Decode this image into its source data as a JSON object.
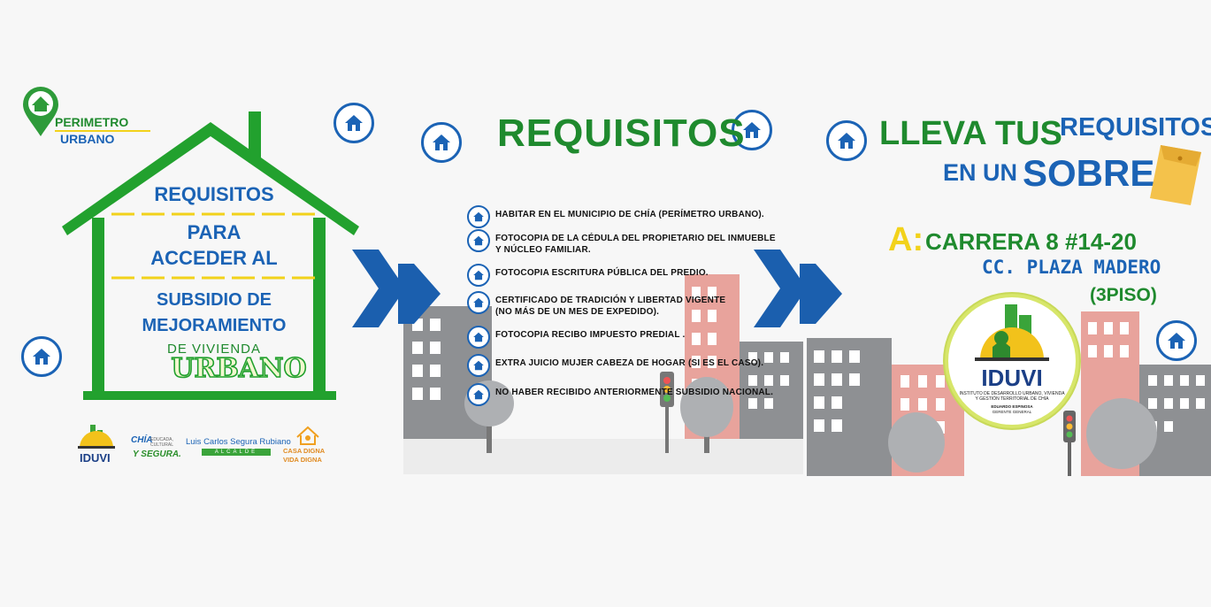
{
  "perimetro": {
    "line1": "PERIMETRO",
    "line2": "URBANO"
  },
  "house": {
    "line1": "REQUISITOS",
    "line2": "PARA",
    "line3": "ACCEDER AL",
    "line4": "SUBSIDIO DE",
    "line5": "MEJORAMIENTO",
    "line6": "DE VIVIENDA",
    "line7": "URBANO"
  },
  "logos": {
    "iduvi": "IDUVI",
    "chia": "CHÍA",
    "chia_sub": "EDUCADA, CULTURAL",
    "chia_sub2": "Y SEGURA.",
    "mayor": "Luis Carlos Segura Rubiano",
    "mayor_role": "ALCALDE",
    "casa1": "CASA DIGNA",
    "casa2": "VIDA DIGNA"
  },
  "requisitos": {
    "title": "REQUISITOS",
    "items": [
      {
        "l1": "HABITAR EN EL MUNICIPIO DE CHÍA (PERÍMETRO URBANO).",
        "l2": ""
      },
      {
        "l1": "FOTOCOPIA DE LA CÉDULA DEL PROPIETARIO DEL INMUEBLE",
        "l2": "Y NÚCLEO FAMILIAR."
      },
      {
        "l1": "FOTOCOPIA ESCRITURA PÚBLICA DEL PREDIO.",
        "l2": ""
      },
      {
        "l1": "CERTIFICADO DE TRADICIÓN Y LIBERTAD VIGENTE",
        "l2": "(NO MÁS DE UN MES DE EXPEDIDO)."
      },
      {
        "l1": "FOTOCOPIA RECIBO IMPUESTO PREDIAL .",
        "l2": ""
      },
      {
        "l1": "EXTRA JUICIO MUJER CABEZA DE HOGAR (SI ES EL CASO).",
        "l2": ""
      },
      {
        "l1": "NO HABER RECIBIDO ANTERIORMENTE SUBSIDIO NACIONAL.",
        "l2": ""
      }
    ]
  },
  "sobre": {
    "lleva": "LLEVA TUS",
    "requisitos": "REQUISITOS",
    "en_un": "EN UN",
    "sobre": "SOBRE",
    "a": "A:",
    "address": "CARRERA 8 #14-20",
    "place": "CC. PLAZA MADERO",
    "floor": "(3PISO)"
  },
  "iduvi_seal": {
    "name": "IDUVI",
    "desc1": "INSTITUTO DE DESARROLLO URBANO, VIVIENDA",
    "desc2": "Y GESTIÓN TERRITORIAL DE CHÍA",
    "person": "EDUARDO ESPINOSA",
    "role": "GERENTE GENERAL"
  },
  "colors": {
    "green": "#1f8a2e",
    "blue": "#1b63b5",
    "yellow": "#f2d21b"
  }
}
